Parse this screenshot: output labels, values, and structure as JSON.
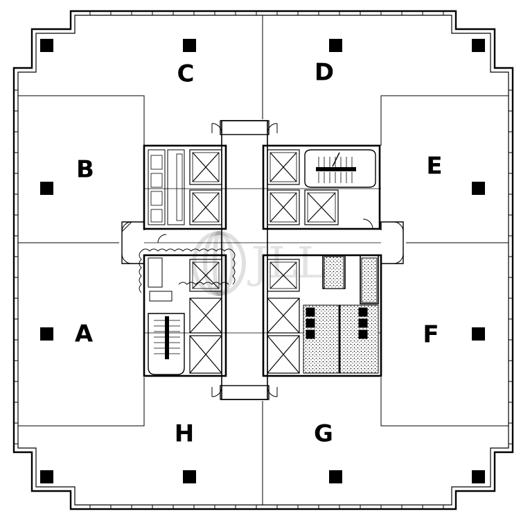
{
  "zones": [
    "A",
    "B",
    "C",
    "D",
    "E",
    "F",
    "G",
    "H"
  ],
  "watermark": {
    "text": "JLL",
    "icon": "jll-logo-icon"
  },
  "icons": {
    "column": "structural-column-icon",
    "elevator": "elevator-car-icon",
    "stair": "stair-icon",
    "door": "door-swing-icon"
  },
  "colors": {
    "line": "#000000",
    "background": "#ffffff",
    "watermark": "#000000"
  }
}
